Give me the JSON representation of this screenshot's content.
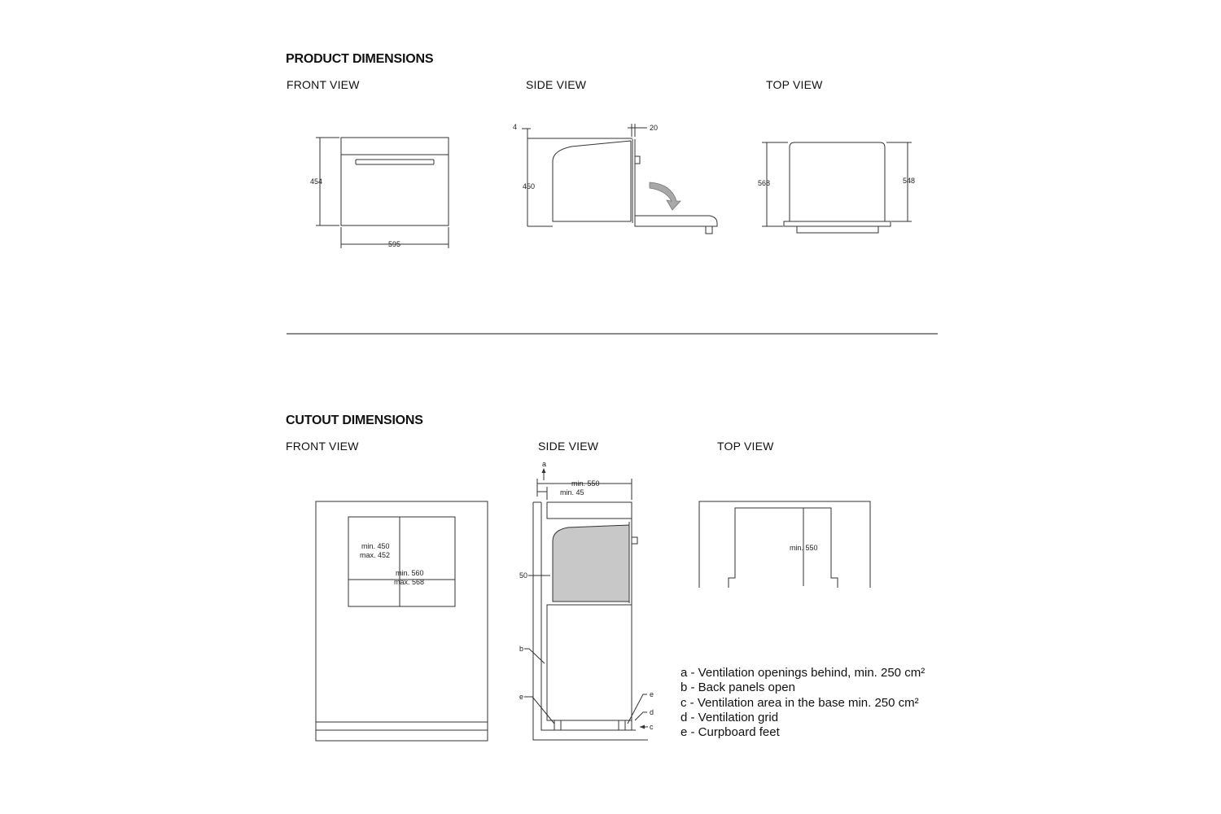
{
  "product": {
    "heading": "PRODUCT DIMENSIONS",
    "front_label": "FRONT VIEW",
    "side_label": "SIDE VIEW",
    "top_label": "TOP VIEW",
    "front_height": "454",
    "front_width": "595",
    "side_top": "4",
    "side_height": "450",
    "side_door": "20",
    "top_depth_left": "568",
    "top_depth_right": "548"
  },
  "cutout": {
    "heading": "CUTOUT DIMENSIONS",
    "front_label": "FRONT VIEW",
    "side_label": "SIDE VIEW",
    "top_label": "TOP VIEW",
    "front_h_min": "min. 450",
    "front_h_max": "max. 452",
    "front_w_min": "min. 560",
    "front_w_max": "max. 568",
    "side_a": "a",
    "side_min550": "min. 550",
    "side_min45": "min. 45",
    "side_50": "50",
    "side_b": "b",
    "side_e_left": "e",
    "side_e_right": "e",
    "side_d": "d",
    "side_c": "c",
    "top_min550": "min. 550"
  },
  "legend": [
    "a - Ventilation openings behind, min. 250 cm²",
    "b - Back panels open",
    "c - Ventilation area in the base min. 250 cm²",
    "d - Ventilation grid",
    "e - Curpboard feet"
  ],
  "colors": {
    "line": "#333333",
    "oven_fill": "#c8c8c8",
    "arrow_fill": "#a8a8a8"
  }
}
